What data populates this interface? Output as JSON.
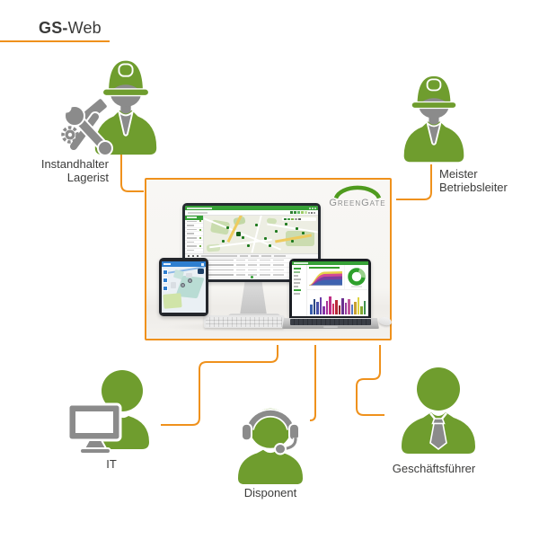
{
  "title": {
    "bold": "GS-",
    "regular": "Web"
  },
  "logo": {
    "text": "GreenGate"
  },
  "roles": {
    "instandhalter": {
      "line1": "Instandhalter",
      "line2": "Lagerist",
      "icon": "worker-helmet-tools-icon"
    },
    "meister": {
      "line1": "Meister",
      "line2": "Betriebsleiter",
      "icon": "worker-helmet-icon"
    },
    "it": {
      "label": "IT",
      "icon": "person-with-monitor-icon"
    },
    "disponent": {
      "label": "Disponent",
      "icon": "person-headset-icon"
    },
    "geschaeftsfuehrer": {
      "label": "Geschäftsführer",
      "icon": "person-necktie-icon"
    }
  },
  "colors": {
    "brand_green": "#6f9d2e",
    "accent_orange": "#ef911c",
    "icon_gray": "#8b8b8b",
    "text_dark": "#3c3c3b"
  }
}
